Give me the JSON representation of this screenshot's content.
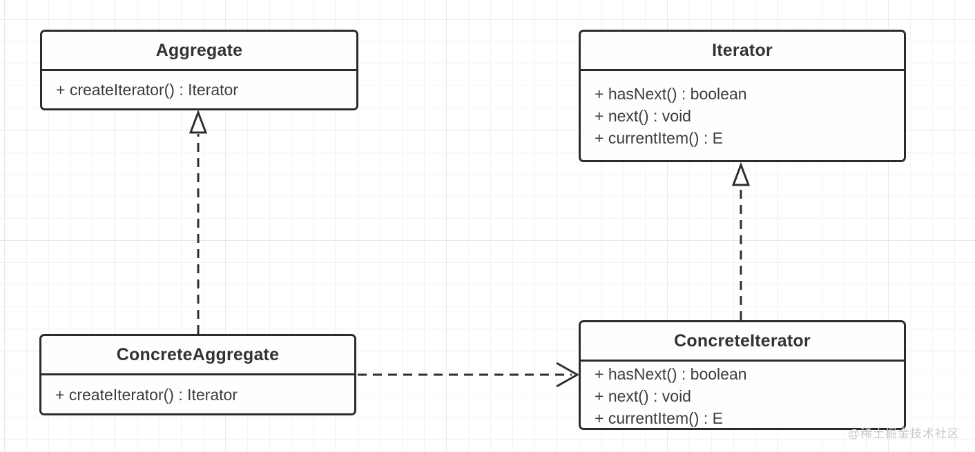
{
  "colors": {
    "stroke": "#2b2b2b",
    "arrow": "#333333",
    "text": "#3d3d3d",
    "canvas_background": "#ffffff",
    "grid_minor": "#f3f3f5",
    "grid_major": "#e9e9ec",
    "watermark": "#c9c9cd"
  },
  "classes": {
    "aggregate": {
      "name": "Aggregate",
      "methods": [
        "+ createIterator() : Iterator"
      ]
    },
    "iterator": {
      "name": "Iterator",
      "methods": [
        "+ hasNext() : boolean",
        "+ next() : void",
        "+ currentItem() : E"
      ]
    },
    "concrete_aggregate": {
      "name": "ConcreteAggregate",
      "methods": [
        "+ createIterator() : Iterator"
      ]
    },
    "concrete_iterator": {
      "name": "ConcreteIterator",
      "methods": [
        "+ hasNext() : boolean",
        "+ next() : void",
        "+ currentItem() : E"
      ]
    }
  },
  "relations": [
    {
      "type": "realization",
      "from": "ConcreteAggregate",
      "to": "Aggregate",
      "line": "dashed",
      "head": "hollow-triangle"
    },
    {
      "type": "realization",
      "from": "ConcreteIterator",
      "to": "Iterator",
      "line": "dashed",
      "head": "hollow-triangle"
    },
    {
      "type": "dependency",
      "from": "ConcreteAggregate",
      "to": "ConcreteIterator",
      "line": "dashed",
      "head": "open-arrow"
    }
  ],
  "watermark": "@稀土掘金技术社区"
}
